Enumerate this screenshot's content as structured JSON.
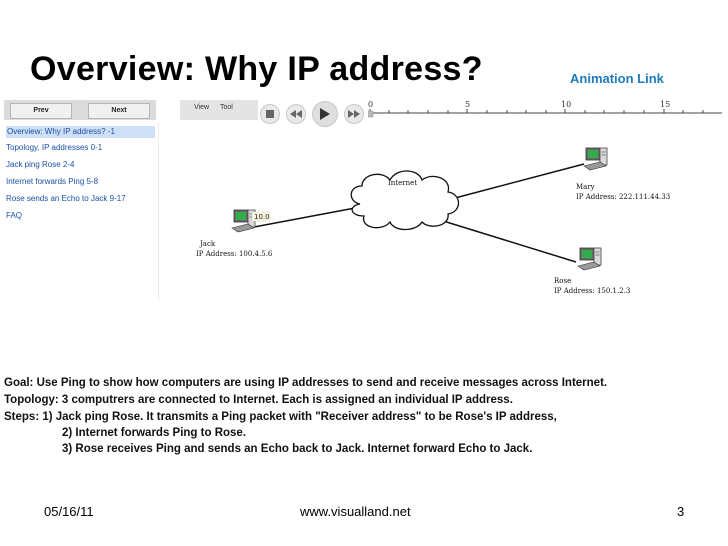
{
  "slide": {
    "title": "Overview: Why IP address?",
    "animation_link": "Animation Link"
  },
  "app": {
    "nav": {
      "prev_label": "Prev",
      "next_label": "Next"
    },
    "menu": {
      "view_label": "View",
      "tool_label": "Tool"
    },
    "sidebar": {
      "items": [
        {
          "label": "Overview: Why IP address? -1",
          "active": true
        },
        {
          "label": "Topology, IP addresses 0-1"
        },
        {
          "label": "Jack ping Rose 2-4"
        },
        {
          "label": "Internet forwards Ping 5-8"
        },
        {
          "label": "Rose sends an Echo to Jack 9-17"
        },
        {
          "label": "FAQ"
        }
      ]
    },
    "playback": {
      "stop_icon": "stop-icon",
      "rewind_icon": "rewind-icon",
      "play_icon": "play-icon",
      "forward_icon": "fast-forward-icon"
    },
    "timeline": {
      "ticks": [
        "0",
        "5",
        "10",
        "15"
      ]
    },
    "diagram": {
      "cloud_label": "Internet",
      "jack": {
        "name": "Jack",
        "ip": "IP Address: 100.4.5.6",
        "bubble": "10.0"
      },
      "mary": {
        "name": "Mary",
        "ip": "IP Address: 222.111.44.33"
      },
      "rose": {
        "name": "Rose",
        "ip": "IP Address: 150.1.2.3"
      }
    }
  },
  "text": {
    "goal": "Goal: Use Ping to show how computers are using IP addresses to send and receive messages across Internet.",
    "topology": "Topology: 3 computrers are connected to Internet. Each is assigned an individual IP address.",
    "steps_1": "Steps: 1) Jack ping Rose. It transmits a Ping packet with \"Receiver address\" to be Rose's IP address,",
    "steps_2": "2) Internet forwards Ping to Rose.",
    "steps_3": "3) Rose receives Ping and sends an Echo back to Jack. Internet forward Echo to Jack."
  },
  "footer": {
    "date": "05/16/11",
    "site": "www.visualland.net",
    "page": "3"
  },
  "colors": {
    "link": "#1e7bbf",
    "sidebar_link": "#1a4fa8",
    "active_item": "#cfe0f6"
  }
}
